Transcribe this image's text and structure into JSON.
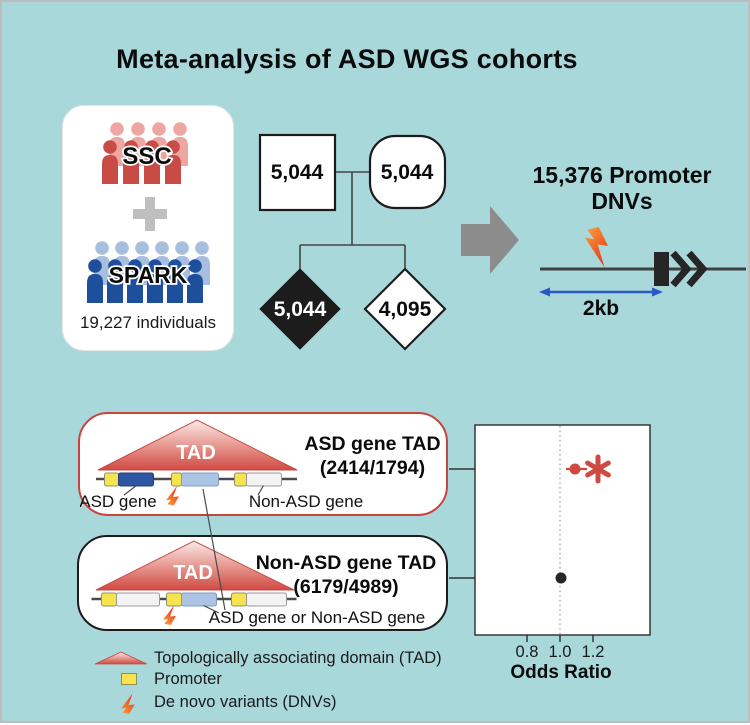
{
  "title": "Meta-analysis of ASD WGS cohorts",
  "cohort_card": {
    "ssc_label": "SSC",
    "plus_icon": "plus-sign",
    "spark_label": "SPARK",
    "individuals": "19,227 individuals"
  },
  "pedigree": {
    "father": "5,044",
    "mother": "5,044",
    "proband": "5,044",
    "sibling": "4,095"
  },
  "flow": {
    "arrow_icon": "right-block-arrow",
    "headline_line1": "15,376 Promoter",
    "headline_line2": "DNVs",
    "scale_label": "2kb"
  },
  "tad_boxes": [
    {
      "tad_label": "TAD",
      "title_line1": "ASD gene TAD",
      "title_line2": "(2414/1794)",
      "gene_label_left": "ASD gene",
      "gene_label_right": "Non-ASD gene"
    },
    {
      "tad_label": "TAD",
      "title_line1": "Non-ASD gene TAD",
      "title_line2": "(6179/4989)",
      "gene_label": "ASD gene or Non-ASD gene"
    }
  ],
  "legend": [
    {
      "icon": "tad-triangle-icon",
      "label": "Topologically associating domain (TAD)"
    },
    {
      "icon": "promoter-box-icon",
      "label": "Promoter"
    },
    {
      "icon": "lightning-bolt-icon",
      "label": "De novo variants (DNVs)"
    }
  ],
  "chart_data": {
    "type": "scatter",
    "title": "",
    "xlabel": "Odds Ratio",
    "ylabel": "",
    "xticks": [
      0.8,
      1.0,
      1.2
    ],
    "xtick_labels": [
      "0.8",
      "1.0",
      "1.2"
    ],
    "xlim": [
      0.62,
      1.52
    ],
    "reference_line": 1.0,
    "grid": false,
    "legend_position": "none",
    "series": [
      {
        "name": "ASD gene TAD (2414/1794)",
        "odds_ratio": 1.1,
        "ci_low": 1.04,
        "ci_high": 1.16,
        "color": "#cf4a42",
        "significant": true,
        "annotation": "*"
      },
      {
        "name": "Non-ASD gene TAD (6179/4989)",
        "odds_ratio": 1.01,
        "ci_low": 0.99,
        "ci_high": 1.03,
        "color": "#262626",
        "significant": false,
        "annotation": ""
      }
    ]
  },
  "colors": {
    "background": "#a9d8db",
    "card": "#ffffff",
    "ssc_red": "#c94b45",
    "ssc_red_light": "#eea6a2",
    "spark_blue": "#1e4f9c",
    "spark_blue_light": "#a7bedf",
    "plus_gray": "#bfbfbf",
    "flow_arrow_gray": "#8c8c8c",
    "tad_fill_top": "#f9e3e1",
    "tad_fill_bottom": "#cf4a43",
    "tad_border": "#c64a43",
    "asd_box_border": "#c9443e",
    "non_asd_box_border": "#1c1c1c",
    "promoter_yellow": "#f7e34f",
    "asd_gene_blue": "#2d55a2",
    "shared_gene_blue": "#abc4e4",
    "non_asd_gene_gray": "#f3f3f3",
    "bolt_orange": "#f9a33a",
    "bolt_red": "#e93a1e",
    "scale_arrow_blue": "#2b59c3",
    "or_point_red": "#cf4a42",
    "or_point_black": "#262626"
  }
}
